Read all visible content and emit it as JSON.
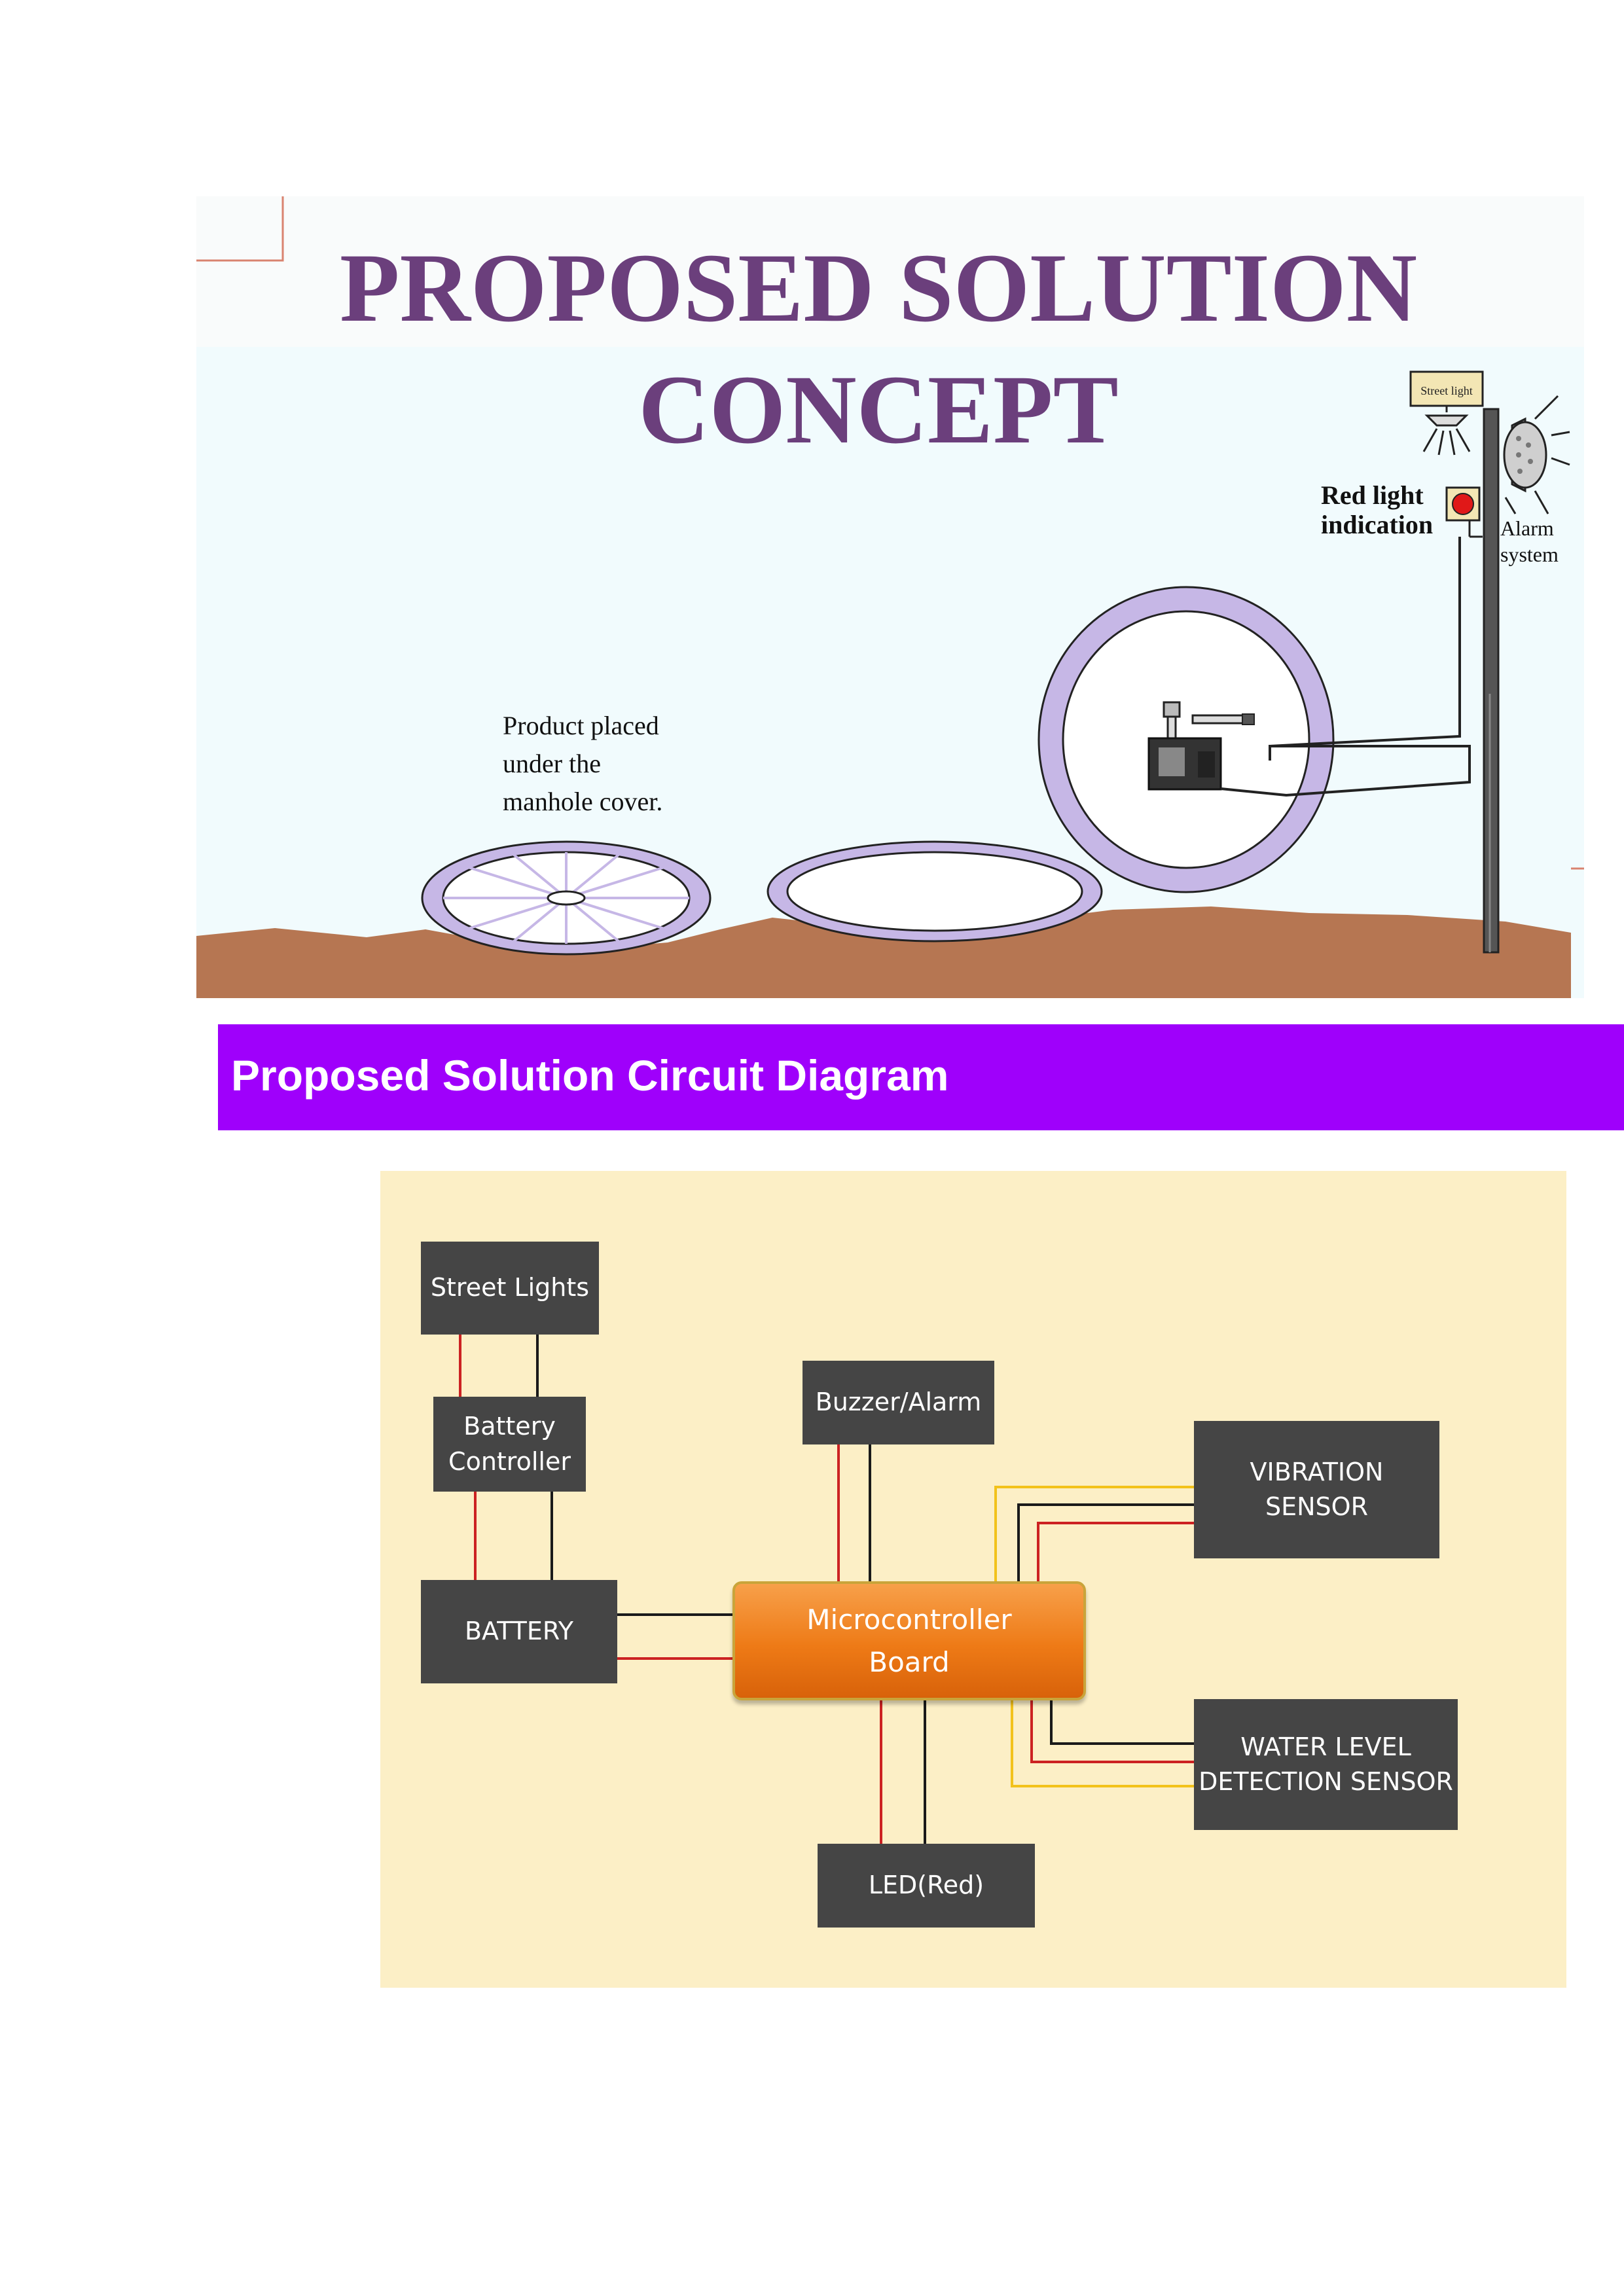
{
  "concept": {
    "title_line1": "PROPOSED SOLUTION",
    "title_line2": "CONCEPT",
    "street_light_sign": "Street light",
    "red_light_label": [
      "Red light",
      "indication"
    ],
    "alarm_label": [
      "Alarm",
      "system"
    ],
    "product_label": [
      "Product placed",
      "under the",
      "manhole cover."
    ]
  },
  "banner": {
    "title": "Proposed Solution Circuit Diagram"
  },
  "circuit": {
    "street_lights": "Street Lights",
    "battery_controller": "Battery\nController",
    "battery": "BATTERY",
    "buzzer_alarm": "Buzzer/Alarm",
    "vibration_sensor": "VIBRATION SENSOR",
    "microcontroller": "Microcontroller\nBoard",
    "water_level_sensor": "WATER LEVEL\nDETECTION SENSOR",
    "led_red": "LED(Red)"
  },
  "colors": {
    "title_purple": "#6b3f7c",
    "banner_purple": "#9f00fb",
    "circuit_bg": "#fcefc6",
    "box_gray": "#454545",
    "mcu_orange": "#ee7a16",
    "wire_red": "#cc2222",
    "wire_black": "#1a1a1a",
    "wire_yellow": "#f2c21b",
    "ground_brown": "#b67652",
    "sky_blue": "#f1fbfd",
    "cover_lavender": "#c6b7e6"
  }
}
